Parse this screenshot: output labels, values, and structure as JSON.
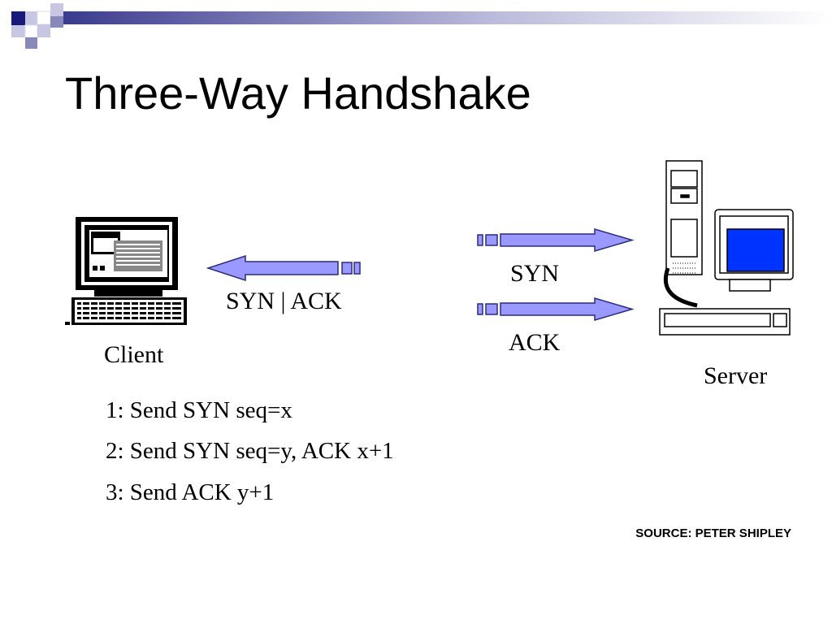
{
  "slide": {
    "title": "Three-Way Handshake",
    "source": "SOURCE: PETER SHIPLEY"
  },
  "nodes": {
    "client": {
      "label": "Client",
      "icon": "desktop-computer-icon"
    },
    "server": {
      "label": "Server",
      "icon": "server-computer-icon"
    }
  },
  "messages": [
    {
      "label": "SYN",
      "direction": "client-to-server"
    },
    {
      "label": "SYN | ACK",
      "direction": "server-to-client"
    },
    {
      "label": "ACK",
      "direction": "client-to-server"
    }
  ],
  "steps": [
    "1: Send SYN seq=x",
    "2: Send SYN seq=y, ACK x+1",
    "3: Send ACK y+1"
  ],
  "colors": {
    "arrow_fill": "#9999ff",
    "arrow_stroke": "#2b2b80",
    "accent_dark": "#1a1a7a",
    "accent_mid": "#8888bb",
    "accent_light": "#c7c7e3",
    "screen_blue": "#0033ff"
  }
}
